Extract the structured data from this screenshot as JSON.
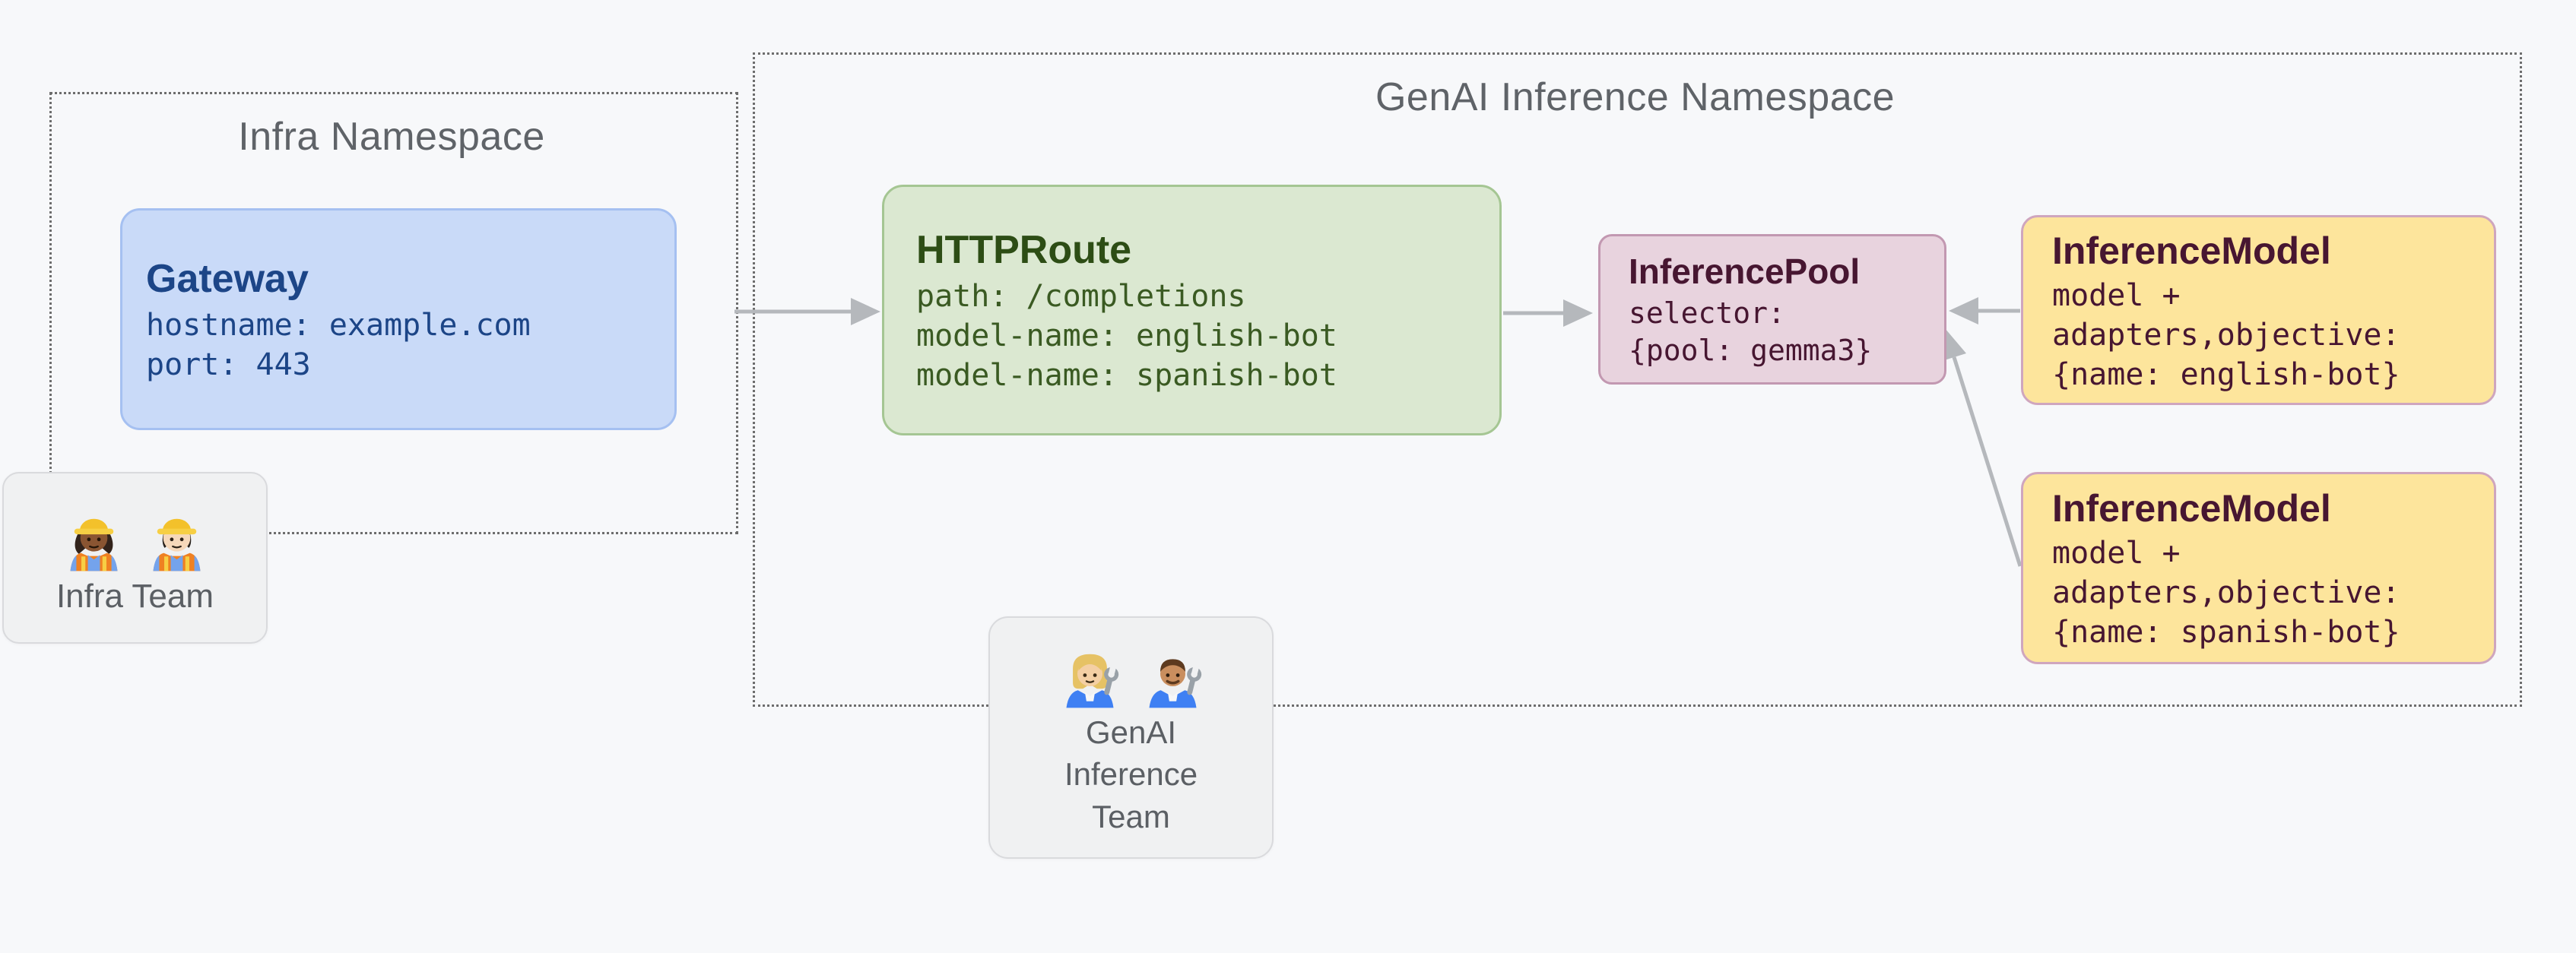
{
  "canvas": {
    "background": "#f7f8fa"
  },
  "namespaces": {
    "infra": {
      "label": "Infra Namespace"
    },
    "genai": {
      "label": "GenAI Inference Namespace"
    }
  },
  "nodes": {
    "gateway": {
      "title": "Gateway",
      "lines": [
        "hostname: example.com",
        "port: 443"
      ],
      "fill": "#c9daf8",
      "border_color": "#a5c0f1",
      "text_color": "#1c4587"
    },
    "httproute": {
      "title": "HTTPRoute",
      "lines": [
        "path: /completions",
        "model-name: english-bot",
        "model-name: spanish-bot"
      ],
      "fill": "#dbe8d1",
      "border_color": "#a5c693",
      "text_color": "#2d4d15"
    },
    "inference_pool": {
      "title": "InferencePool",
      "lines": [
        "selector:",
        "{pool: gemma3}"
      ],
      "fill": "#e8d3de",
      "border_color": "#c298b1",
      "text_color": "#471631"
    },
    "inference_model_english": {
      "title": "InferenceModel",
      "lines": [
        "model +",
        "adapters,objective:",
        "{name: english-bot}"
      ],
      "fill": "#fde59c",
      "border_color": "#cfa6be",
      "text_color": "#471631"
    },
    "inference_model_spanish": {
      "title": "InferenceModel",
      "lines": [
        "model +",
        "adapters,objective:",
        "{name: spanish-bot}"
      ],
      "fill": "#fde59c",
      "border_color": "#cfa6be",
      "text_color": "#471631"
    }
  },
  "teams": {
    "infra": {
      "label": "Infra Team",
      "icons": [
        "woman-construction-worker-icon",
        "man-construction-worker-icon"
      ]
    },
    "genai": {
      "label_lines": [
        "GenAI",
        "Inference",
        "Team"
      ],
      "icons": [
        "woman-mechanic-icon",
        "man-mechanic-icon"
      ]
    }
  },
  "arrows": {
    "color": "#b5b8bc",
    "edges": [
      {
        "from": "gateway",
        "to": "httproute"
      },
      {
        "from": "httproute",
        "to": "inference_pool"
      },
      {
        "from": "inference_model_english",
        "to": "inference_pool"
      },
      {
        "from": "inference_model_spanish",
        "to": "inference_pool"
      }
    ]
  }
}
